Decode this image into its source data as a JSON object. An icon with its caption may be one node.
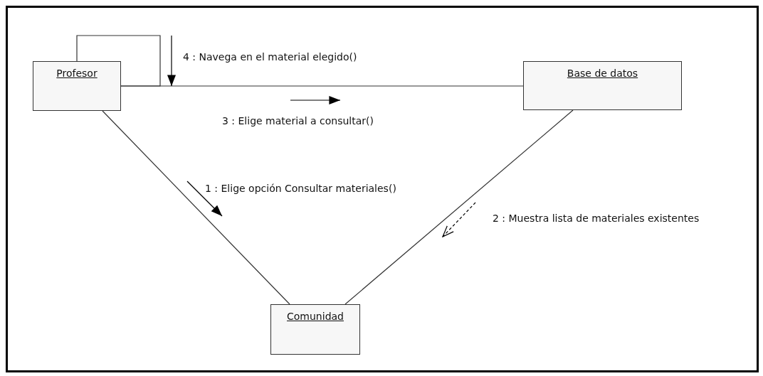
{
  "diagram": {
    "nodes": [
      {
        "text": [
          "Profesor"
        ]
      },
      {
        "text": [
          "Base de datos"
        ]
      },
      {
        "text": [
          "Comunidad"
        ]
      }
    ],
    "edges": [
      {
        "from": 0,
        "to": 0,
        "arrow": "none"
      },
      {
        "from": 0,
        "to": 1,
        "arrow": "none"
      },
      {
        "from": 0,
        "to": 2,
        "arrow": "none"
      },
      {
        "from": 1,
        "to": 2,
        "arrow": "none"
      }
    ],
    "labels": [
      "4 : Navega en el material elegido()",
      "3 : Elige material a consultar()",
      "1 : Elige opción Consultar materiales()",
      "2 : Muestra lista de materiales existentes"
    ]
  }
}
